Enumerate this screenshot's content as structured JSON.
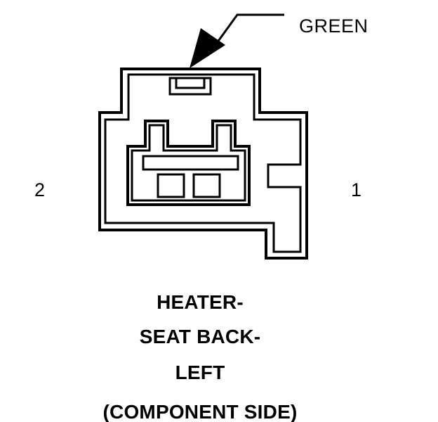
{
  "connector": {
    "wire_color": "GREEN",
    "pins": {
      "left": "2",
      "right": "1"
    },
    "title_lines": [
      "HEATER-",
      "SEAT BACK-",
      "LEFT"
    ],
    "view": "(COMPONENT SIDE)"
  },
  "colors": {
    "ink": "#000000",
    "background": "#ffffff"
  }
}
